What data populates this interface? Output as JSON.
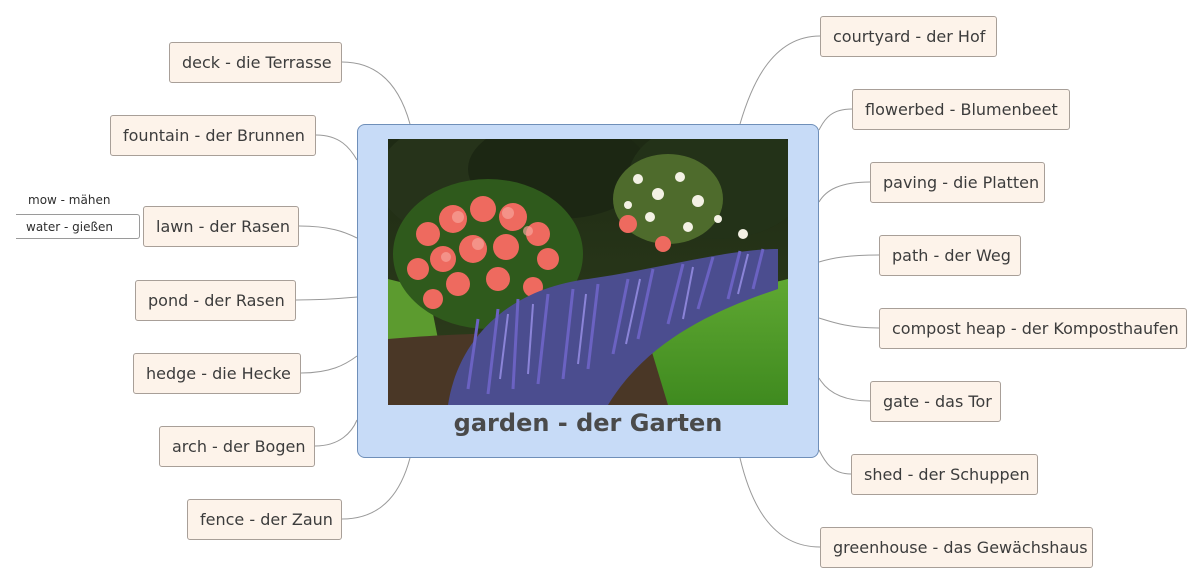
{
  "central_topic": "garden - der Garten",
  "left_topics": [
    {
      "label": "deck - die Terrasse"
    },
    {
      "label": "fountain - der Brunnen"
    },
    {
      "label": "lawn - der Rasen"
    },
    {
      "label": "pond - der Rasen"
    },
    {
      "label": "hedge - die Hecke"
    },
    {
      "label": "arch - der Bogen"
    },
    {
      "label": "fence - der Zaun"
    }
  ],
  "right_topics": [
    {
      "label": "courtyard - der Hof"
    },
    {
      "label": "flowerbed - Blumenbeet"
    },
    {
      "label": "paving - die Platten"
    },
    {
      "label": "path - der Weg"
    },
    {
      "label": "compost heap - der Komposthaufen"
    },
    {
      "label": "gate - das Tor"
    },
    {
      "label": "shed - der Schuppen"
    },
    {
      "label": "greenhouse - das Gewächshaus"
    }
  ],
  "lawn_subtopics": [
    {
      "label": "mow - mähen"
    },
    {
      "label": "water - gießen"
    }
  ],
  "colors": {
    "topic_fill": "#fdf3ea",
    "topic_border": "#a89f98",
    "central_fill": "#c7dbf7",
    "central_border": "#6f8fb9",
    "connector": "#9a9a9a"
  }
}
